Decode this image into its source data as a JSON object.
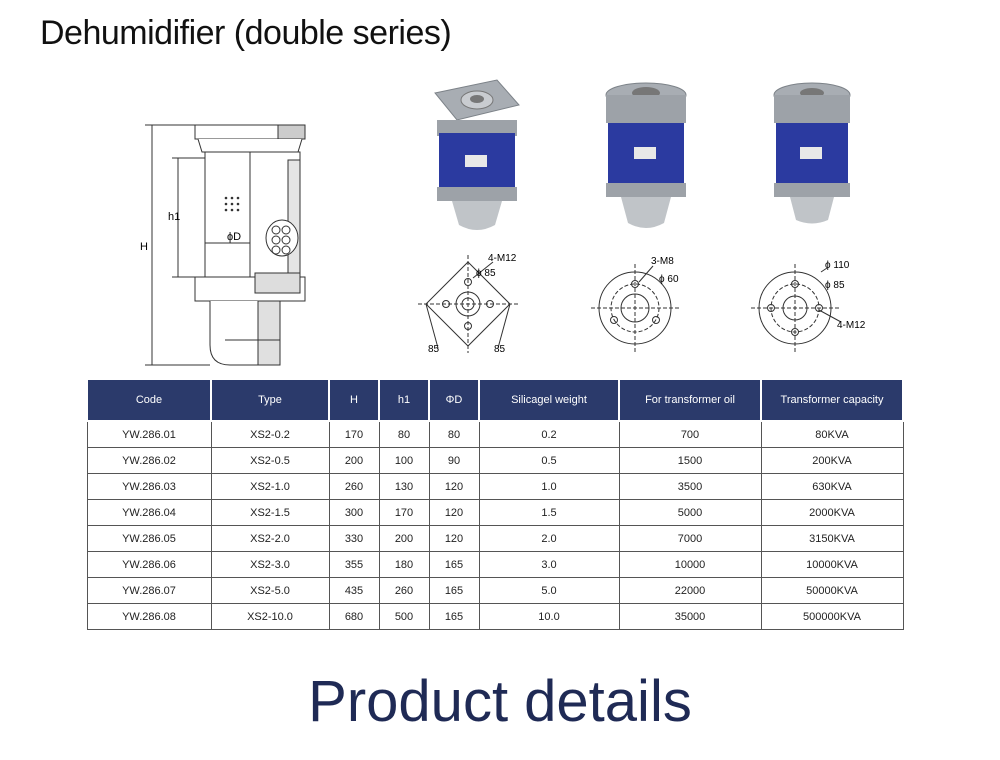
{
  "title": "Dehumidifier (double series)",
  "footer": "Product details",
  "drawing": {
    "label_H": "H",
    "label_h1": "h1",
    "label_D": "ϕD"
  },
  "flanges": [
    {
      "holes": "4-M12",
      "dia": "ϕ 85",
      "side_a": "85",
      "side_b": "85"
    },
    {
      "holes": "3-M8",
      "dia": "ϕ 60"
    },
    {
      "holes": "4-M12",
      "dia_outer": "ϕ 110",
      "dia_inner": "ϕ 85"
    }
  ],
  "colors": {
    "header_bg": "#2b3a6b",
    "footer_text": "#1f2a55",
    "silica": "#2b3aa0"
  },
  "table": {
    "headers": [
      "Code",
      "Type",
      "H",
      "h1",
      "ΦD",
      "Silicagel weight",
      "For transformer oil",
      "Transformer capacity"
    ],
    "rows": [
      [
        "YW.286.01",
        "XS2-0.2",
        "170",
        "80",
        "80",
        "0.2",
        "700",
        "80KVA"
      ],
      [
        "YW.286.02",
        "XS2-0.5",
        "200",
        "100",
        "90",
        "0.5",
        "1500",
        "200KVA"
      ],
      [
        "YW.286.03",
        "XS2-1.0",
        "260",
        "130",
        "120",
        "1.0",
        "3500",
        "630KVA"
      ],
      [
        "YW.286.04",
        "XS2-1.5",
        "300",
        "170",
        "120",
        "1.5",
        "5000",
        "2000KVA"
      ],
      [
        "YW.286.05",
        "XS2-2.0",
        "330",
        "200",
        "120",
        "2.0",
        "7000",
        "3150KVA"
      ],
      [
        "YW.286.06",
        "XS2-3.0",
        "355",
        "180",
        "165",
        "3.0",
        "10000",
        "10000KVA"
      ],
      [
        "YW.286.07",
        "XS2-5.0",
        "435",
        "260",
        "165",
        "5.0",
        "22000",
        "50000KVA"
      ],
      [
        "YW.286.08",
        "XS2-10.0",
        "680",
        "500",
        "165",
        "10.0",
        "35000",
        "500000KVA"
      ]
    ]
  }
}
